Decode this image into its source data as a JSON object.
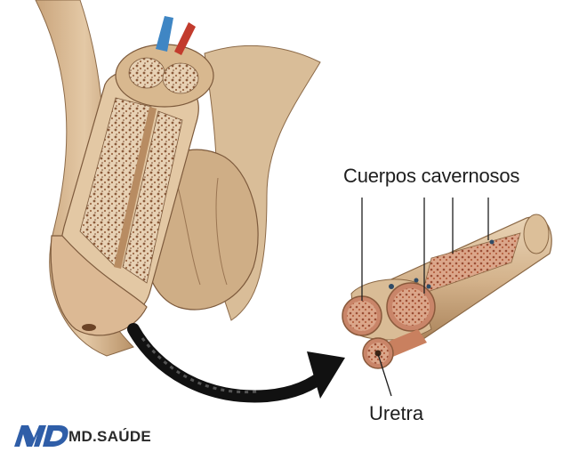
{
  "labels": {
    "corpora_cavernosa": "Cuerpos cavernosos",
    "urethra": "Uretra"
  },
  "brand": {
    "name": "MD.SAÚDE",
    "color": "#2f5ea8"
  },
  "colors": {
    "skin": "#d8b993",
    "skin_shadow": "#a9835f",
    "tissue": "#c9805f",
    "arrow": "#111111"
  }
}
